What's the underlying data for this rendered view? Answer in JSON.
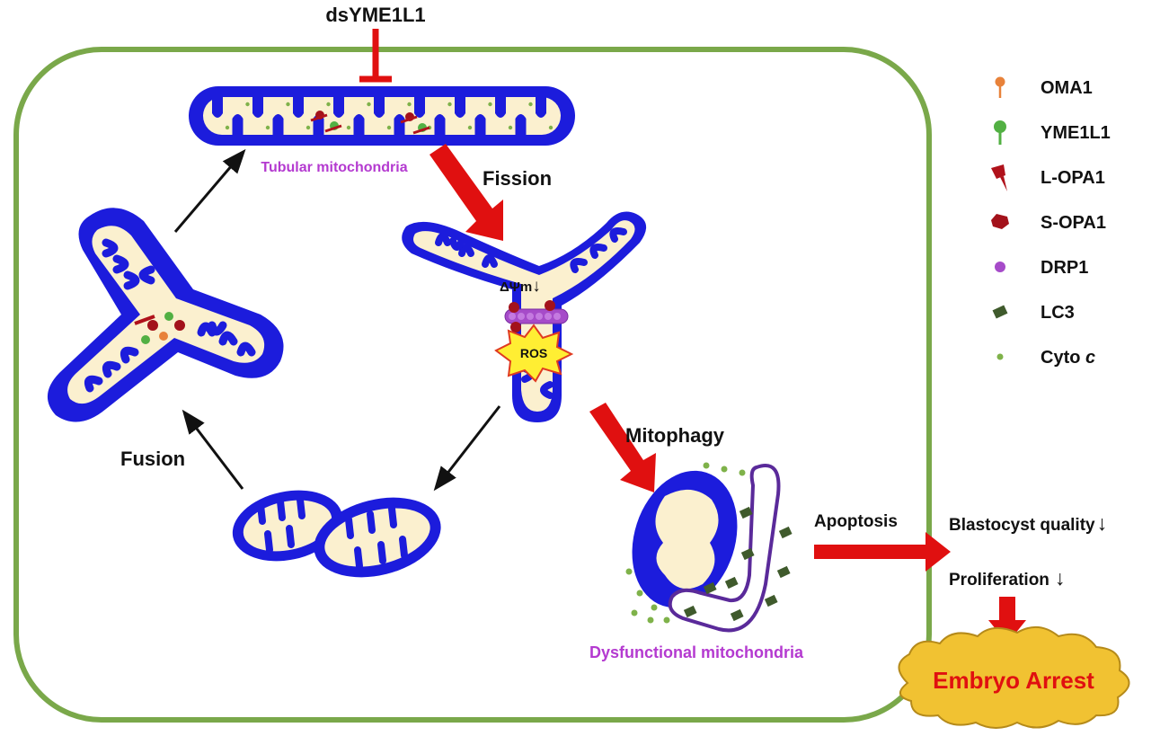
{
  "inhibitor": {
    "label": "dsYME1L1"
  },
  "labels": {
    "tubular": "Tubular mitochondria",
    "fission": "Fission",
    "fusion": "Fusion",
    "mitophagy": "Mitophagy",
    "delta_psi": "ΔΨm",
    "delta_psi_arrow": "↓",
    "ros": "ROS",
    "dysfunctional": "Dysfunctional mitochondria",
    "apoptosis": "Apoptosis",
    "blastocyst": "Blastocyst quality",
    "blastocyst_arrow": "↓",
    "proliferation": "Proliferation",
    "proliferation_arrow": "↓",
    "embryo_arrest": "Embryo Arrest"
  },
  "legend": [
    {
      "id": "oma1",
      "label": "OMA1",
      "label_italic": "",
      "icon": "oma1-icon",
      "color": "#e8823a"
    },
    {
      "id": "yme1l1",
      "label": "YME1L1",
      "label_italic": "",
      "icon": "yme1l1-icon",
      "color": "#52b043"
    },
    {
      "id": "l-opa1",
      "label": "L-OPA1",
      "label_italic": "",
      "icon": "l-opa1-icon",
      "color": "#b0121b"
    },
    {
      "id": "s-opa1",
      "label": "S-OPA1",
      "label_italic": "",
      "icon": "s-opa1-icon",
      "color": "#a3121b"
    },
    {
      "id": "drp1",
      "label": "DRP1",
      "label_italic": "",
      "icon": "drp1-icon",
      "color": "#a64bc9"
    },
    {
      "id": "lc3",
      "label": "LC3",
      "label_italic": "",
      "icon": "lc3-icon",
      "color": "#3f5a2c"
    },
    {
      "id": "cyto-c",
      "label": "Cyto ",
      "label_italic": "c",
      "icon": "cyto-c-icon",
      "color": "#7fb24a"
    }
  ],
  "colors": {
    "cell_border": "#7aa84a",
    "membrane": "#1c1cdc",
    "matrix": "#fbf0cf",
    "arrow_red": "#e01010",
    "arrow_black": "#111111",
    "label_purple": "#b43ad0",
    "ros_fill": "#ffee33",
    "ros_stroke": "#e03a20",
    "cloud_fill": "#f1c232",
    "cloud_stroke": "#b58a1a",
    "autophagosome": "#5a2a9a",
    "arrest_text": "#e01010"
  }
}
